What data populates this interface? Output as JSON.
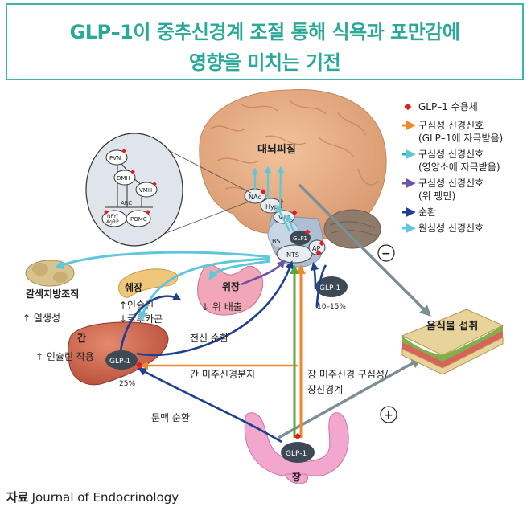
{
  "title": {
    "line1": "GLP–1이 중추신경계 조절 통해 식욕과 포만감에",
    "line2": "영향을 미치는 기전"
  },
  "legend": [
    {
      "label": "GLP–1 수용체",
      "color": "#e02020",
      "marker": "diamond"
    },
    {
      "label": "구심성 신경신호",
      "sub": "(GLP–1에 자극받음)",
      "color": "#f0892a",
      "marker": "arrow"
    },
    {
      "label": "구심성 신경신호",
      "sub": "(영양소에 자극받음)",
      "color": "#27b3a6",
      "marker": "arrow"
    },
    {
      "label": "구심성 신경신호",
      "sub": "(위 팽만)",
      "color": "#6a55a8",
      "marker": "arrow"
    },
    {
      "label": "순환",
      "color": "#1f3f8f",
      "marker": "arrow"
    },
    {
      "label": "원심성 신경신호",
      "color": "#5fc7dc",
      "marker": "arrow"
    }
  ],
  "brain": {
    "cortex": "대뇌피질",
    "nac": "NAc",
    "hyp": "Hyp",
    "vta": "VTA",
    "bs": "BS",
    "glp1": "GLP1",
    "nts": "NTS",
    "ap": "AP"
  },
  "hypothalamus_inset": {
    "pvn": "PVN",
    "dmh": "DMH",
    "vmh": "VMH",
    "arc": "ARC",
    "npy": "NPY/",
    "agrp": "AgRP",
    "pomc": "POMC"
  },
  "organs": {
    "brown_fat": {
      "name": "갈색지방조직",
      "effect": "↑ 열생성"
    },
    "pancreas": {
      "name": "췌장",
      "effect1": "↑인슐린",
      "effect2": "↓글루카곤"
    },
    "stomach": {
      "name": "위장",
      "effect": "↓ 위 배출"
    },
    "liver": {
      "name": "간",
      "effect": "↑ 인슐린 작용",
      "glp1": "GLP-1",
      "percent": "25%"
    },
    "intestine": {
      "name": "장",
      "glp1": "GLP-1"
    }
  },
  "glp1_circulating": {
    "label": "GLP-1",
    "percent": "10–15%"
  },
  "food_intake": "음식물 섭취",
  "minus": "−",
  "plus": "+",
  "paths": {
    "systemic": "전신 순환",
    "hepatic": "간 미주신경분지",
    "portal": "문맥 순환",
    "vagal1": "장 미주신경 구심성/",
    "vagal2": "장신경계"
  },
  "source": {
    "label": "자료",
    "text": "Journal of Endocrinology"
  }
}
